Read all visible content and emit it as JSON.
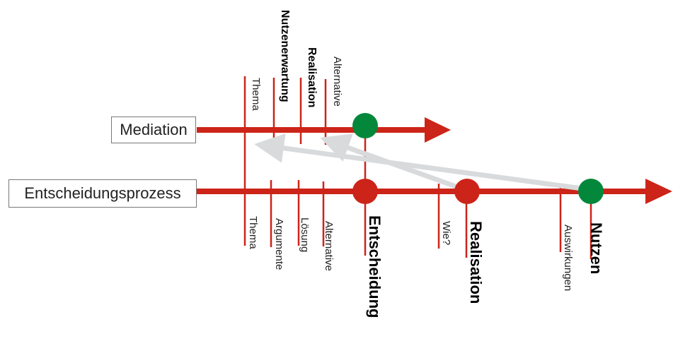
{
  "mediation": {
    "label": "Mediation",
    "upper_labels": [
      "Thema",
      "Nutzenerwartung",
      "Realisation",
      "Alternative"
    ]
  },
  "process": {
    "label": "Entscheidungsprozess",
    "lower_labels": [
      "Thema",
      "Argumente",
      "Lösung",
      "Alternative",
      "Wie?",
      "Auswirkungen"
    ],
    "milestones": [
      "Entscheidung",
      "Realisation",
      "Nutzen"
    ]
  },
  "colors": {
    "line": "#cc2418",
    "green": "#03873b",
    "arrow": "#d8dadc"
  }
}
